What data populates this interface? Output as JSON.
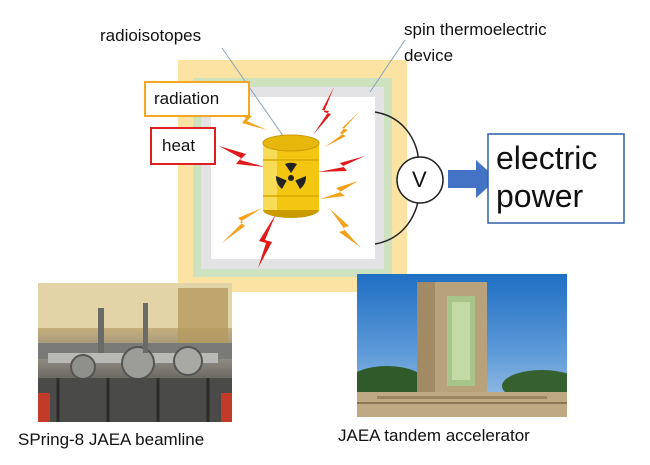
{
  "labels": {
    "radioisotopes": "radioisotopes",
    "spin_device_line1": "spin thermoelectric",
    "spin_device_line2": "device",
    "radiation": "radiation",
    "heat": "heat",
    "voltmeter": "V",
    "output_line1": "electric",
    "output_line2": "power"
  },
  "photos": {
    "left_caption": "SPring-8 JAEA beamline",
    "right_caption": "JAEA tandem accelerator"
  },
  "colors": {
    "outer_layer": "#fbe4a3",
    "middle_layer": "#cfe2c0",
    "inner_layer": "#e3e3e6",
    "radiation_box": "#f5a623",
    "heat_box": "#e02020",
    "output_box": "#2f5ea8",
    "arrow": "#4472c4",
    "barrel": "#f2c611",
    "orange_bolt": "#f4a21c",
    "red_bolt": "#e01919"
  }
}
